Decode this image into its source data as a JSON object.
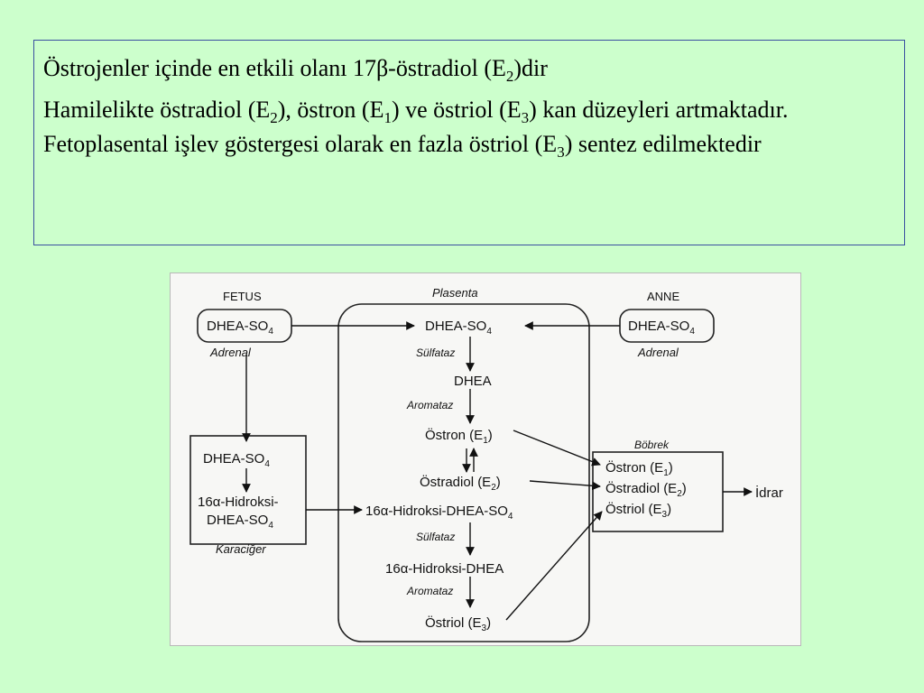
{
  "slide": {
    "line1": {
      "before": "Östrojenler içinde en etkili olanı 17β-östradiol (E",
      "sub": "2",
      "after": ")dir"
    },
    "para2": {
      "s1": "Hamilelikte östradiol (E",
      "sub1": "2",
      "s2": "), östron (E",
      "sub2": "1",
      "s3": ") ve östriol (E",
      "sub3": "3",
      "s4": ") kan düzeyleri artmaktadır. Fetoplasental işlev göstergesi olarak en fazla östriol (E",
      "sub4": "3",
      "s5": ") sentez edilmektedir"
    }
  },
  "diagram": {
    "fetus_label": "FETUS",
    "anne_label": "ANNE",
    "plasenta_label": "Plasenta",
    "fetus_dhea_so4": {
      "text": "DHEA-SO",
      "sub": "4"
    },
    "fetus_adrenal": "Adrenal",
    "anne_dhea_so4": {
      "text": "DHEA-SO",
      "sub": "4"
    },
    "anne_adrenal": "Adrenal",
    "liver_dhea_so4": {
      "text": "DHEA-SO",
      "sub": "4"
    },
    "liver_hydroxy_line1": {
      "pre": "16",
      "greek": "α",
      "post": "-Hidroksi-"
    },
    "liver_hydroxy_line2": {
      "text": "DHEA-SO",
      "sub": "4"
    },
    "karaciger": "Karaciğer",
    "placenta_dhea_so4": {
      "text": "DHEA-SO",
      "sub": "4"
    },
    "sulfataz1": "Sülfataz",
    "dhea": "DHEA",
    "aromataz1": "Aromataz",
    "ostron": {
      "text": "Östron (E",
      "sub": "1",
      "close": ")"
    },
    "ostradiol": {
      "text": "Östradiol (E",
      "sub": "2",
      "close": ")"
    },
    "placenta_hydroxy_so4": {
      "pre": "16",
      "greek": "α",
      "post": "-Hidroksi-DHEA-SO",
      "sub": "4"
    },
    "sulfataz2": "Sülfataz",
    "hydroxy_dhea": {
      "pre": "16",
      "greek": "α",
      "post": "-Hidroksi-DHEA"
    },
    "aromataz2": "Aromataz",
    "ostriol": {
      "text": "Östriol (E",
      "sub": "3",
      "close": ")"
    },
    "bobrek": "Böbrek",
    "kidney_ostron": {
      "text": "Östron (E",
      "sub": "1",
      "close": ")"
    },
    "kidney_ostradiol": {
      "text": "Östradiol (E",
      "sub": "2",
      "close": ")"
    },
    "kidney_ostriol": {
      "text": "Östriol (E",
      "sub": "3",
      "close": ")"
    },
    "idrar": "İdrar"
  }
}
